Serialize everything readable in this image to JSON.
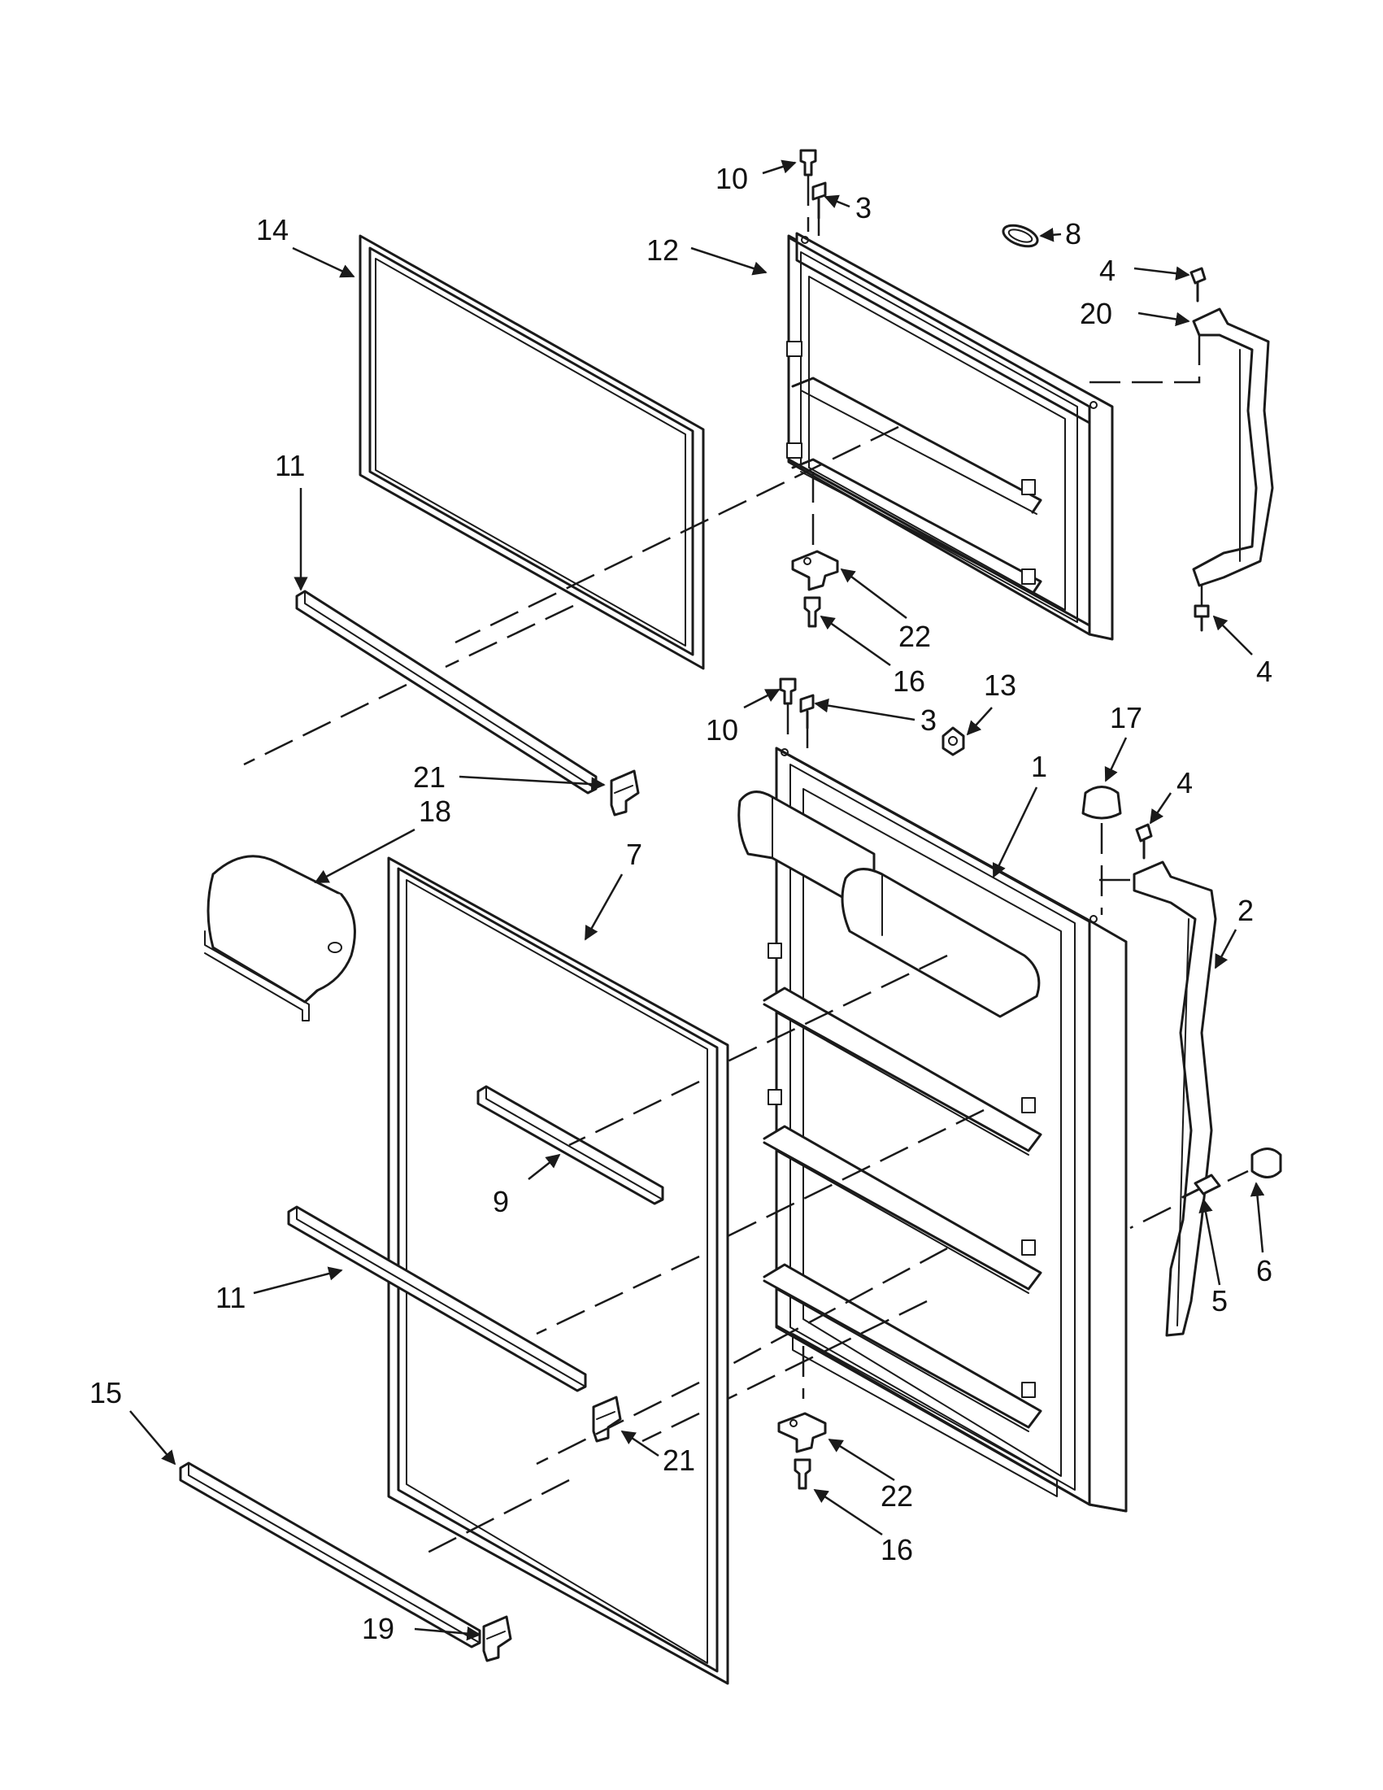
{
  "diagram": {
    "callouts": [
      {
        "id": "c10a",
        "text": "10"
      },
      {
        "id": "c3a",
        "text": "3"
      },
      {
        "id": "c8",
        "text": "8"
      },
      {
        "id": "c4a",
        "text": "4"
      },
      {
        "id": "c20",
        "text": "20"
      },
      {
        "id": "c14",
        "text": "14"
      },
      {
        "id": "c12",
        "text": "12"
      },
      {
        "id": "c11a",
        "text": "11"
      },
      {
        "id": "c22a",
        "text": "22"
      },
      {
        "id": "c16a",
        "text": "16"
      },
      {
        "id": "c4b",
        "text": "4"
      },
      {
        "id": "c13",
        "text": "13"
      },
      {
        "id": "c10b",
        "text": "10"
      },
      {
        "id": "c3b",
        "text": "3"
      },
      {
        "id": "c17",
        "text": "17"
      },
      {
        "id": "c1",
        "text": "1"
      },
      {
        "id": "c4c",
        "text": "4"
      },
      {
        "id": "c21a",
        "text": "21"
      },
      {
        "id": "c18",
        "text": "18"
      },
      {
        "id": "c7",
        "text": "7"
      },
      {
        "id": "c2",
        "text": "2"
      },
      {
        "id": "c9",
        "text": "9"
      },
      {
        "id": "c11b",
        "text": "11"
      },
      {
        "id": "c5",
        "text": "5"
      },
      {
        "id": "c6",
        "text": "6"
      },
      {
        "id": "c15",
        "text": "15"
      },
      {
        "id": "c21b",
        "text": "21"
      },
      {
        "id": "c22b",
        "text": "22"
      },
      {
        "id": "c16b",
        "text": "16"
      },
      {
        "id": "c19",
        "text": "19"
      }
    ]
  }
}
